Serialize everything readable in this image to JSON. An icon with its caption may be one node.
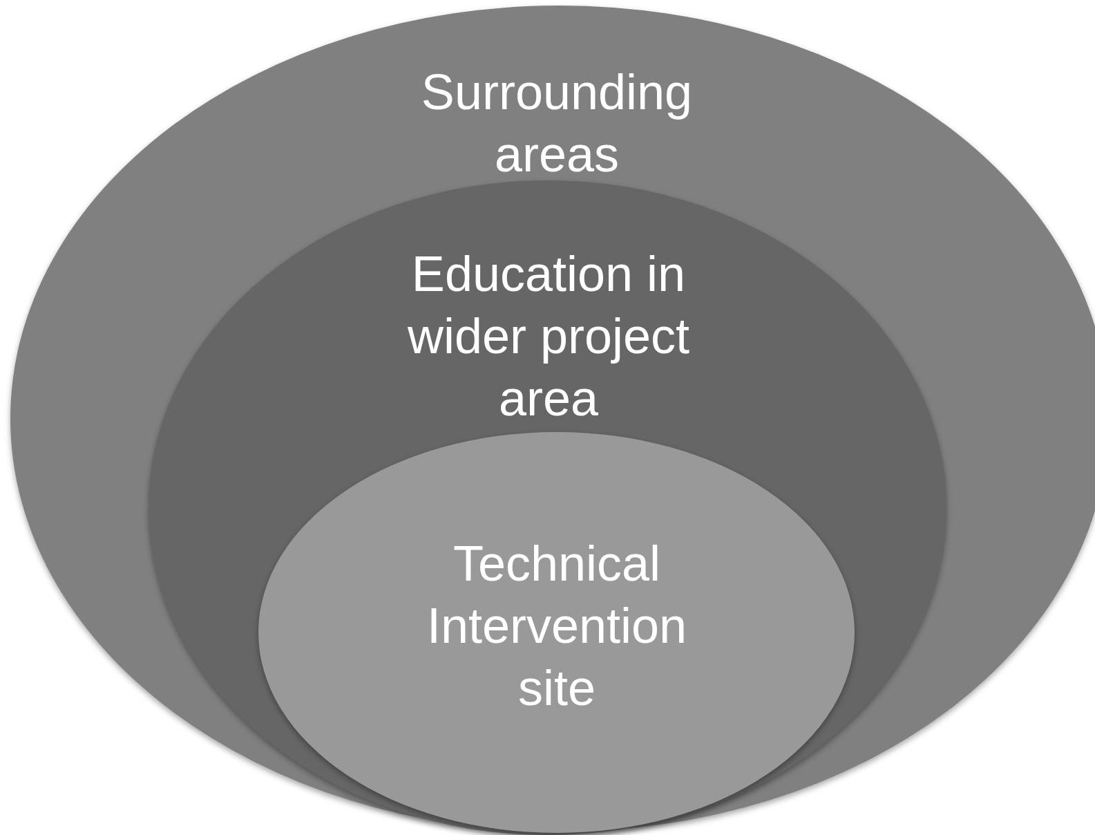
{
  "diagram": {
    "nodes": [
      {
        "text": [
          "Surrounding areas"
        ]
      },
      {
        "text": [
          "Education in wider project area"
        ],
        "in": 0
      },
      {
        "text": [
          "Technical Intervention site"
        ],
        "in": 1
      }
    ]
  }
}
